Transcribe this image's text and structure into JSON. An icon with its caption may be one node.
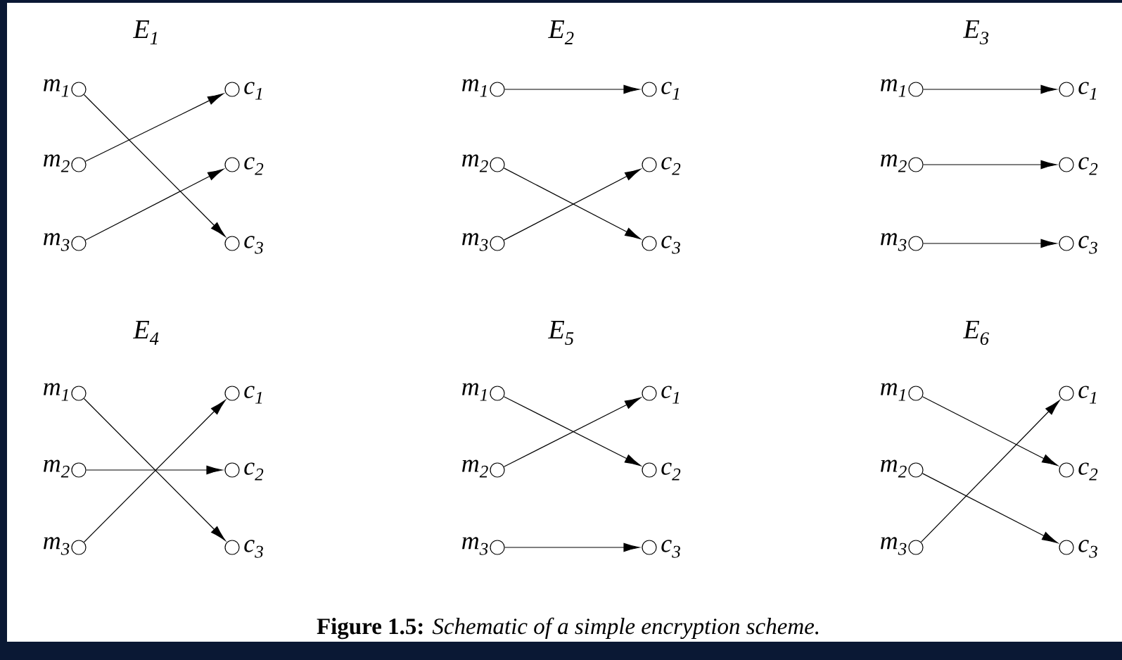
{
  "diagram": {
    "caption": "**Figure 1.5:** *Schematic of a simple encryption scheme.*",
    "labels": [
      "E$_{1}$",
      "E$_{2}$",
      "E$_{3}$",
      "E$_{4}$",
      "E$_{5}$",
      "E$_{6}$"
    ],
    "nodes": [
      {
        "text": [],
        "shape": "circle",
        "beside": [
          "m$_{1}$"
        ]
      },
      {
        "text": [],
        "shape": "circle",
        "beside": [
          "m$_{2}$"
        ]
      },
      {
        "text": [],
        "shape": "circle",
        "beside": [
          "m$_{3}$"
        ]
      },
      {
        "text": [],
        "shape": "circle",
        "beside": [
          "c$_{1}$"
        ]
      },
      {
        "text": [],
        "shape": "circle",
        "beside": [
          "c$_{2}$"
        ]
      },
      {
        "text": [],
        "shape": "circle",
        "beside": [
          "c$_{3}$"
        ]
      },
      {
        "text": [],
        "shape": "circle",
        "beside": [
          "m$_{1}$"
        ]
      },
      {
        "text": [],
        "shape": "circle",
        "beside": [
          "m$_{2}$"
        ]
      },
      {
        "text": [],
        "shape": "circle",
        "beside": [
          "m$_{3}$"
        ]
      },
      {
        "text": [],
        "shape": "circle",
        "beside": [
          "c$_{1}$"
        ]
      },
      {
        "text": [],
        "shape": "circle",
        "beside": [
          "c$_{2}$"
        ]
      },
      {
        "text": [],
        "shape": "circle",
        "beside": [
          "c$_{3}$"
        ]
      },
      {
        "text": [],
        "shape": "circle",
        "beside": [
          "m$_{1}$"
        ]
      },
      {
        "text": [],
        "shape": "circle",
        "beside": [
          "m$_{2}$"
        ]
      },
      {
        "text": [],
        "shape": "circle",
        "beside": [
          "m$_{3}$"
        ]
      },
      {
        "text": [],
        "shape": "circle",
        "beside": [
          "c$_{1}$"
        ]
      },
      {
        "text": [],
        "shape": "circle",
        "beside": [
          "c$_{2}$"
        ]
      },
      {
        "text": [],
        "shape": "circle",
        "beside": [
          "c$_{3}$"
        ]
      },
      {
        "text": [],
        "shape": "circle",
        "beside": [
          "m$_{1}$"
        ]
      },
      {
        "text": [],
        "shape": "circle",
        "beside": [
          "m$_{2}$"
        ]
      },
      {
        "text": [],
        "shape": "circle",
        "beside": [
          "m$_{3}$"
        ]
      },
      {
        "text": [],
        "shape": "circle",
        "beside": [
          "c$_{1}$"
        ]
      },
      {
        "text": [],
        "shape": "circle",
        "beside": [
          "c$_{2}$"
        ]
      },
      {
        "text": [],
        "shape": "circle",
        "beside": [
          "c$_{3}$"
        ]
      },
      {
        "text": [],
        "shape": "circle",
        "beside": [
          "m$_{1}$"
        ]
      },
      {
        "text": [],
        "shape": "circle",
        "beside": [
          "m$_{2}$"
        ]
      },
      {
        "text": [],
        "shape": "circle",
        "beside": [
          "m$_{3}$"
        ]
      },
      {
        "text": [],
        "shape": "circle",
        "beside": [
          "c$_{1}$"
        ]
      },
      {
        "text": [],
        "shape": "circle",
        "beside": [
          "c$_{2}$"
        ]
      },
      {
        "text": [],
        "shape": "circle",
        "beside": [
          "c$_{3}$"
        ]
      },
      {
        "text": [],
        "shape": "circle",
        "beside": [
          "m$_{1}$"
        ]
      },
      {
        "text": [],
        "shape": "circle",
        "beside": [
          "m$_{2}$"
        ]
      },
      {
        "text": [],
        "shape": "circle",
        "beside": [
          "m$_{3}$"
        ]
      },
      {
        "text": [],
        "shape": "circle",
        "beside": [
          "c$_{1}$"
        ]
      },
      {
        "text": [],
        "shape": "circle",
        "beside": [
          "c$_{2}$"
        ]
      },
      {
        "text": [],
        "shape": "circle",
        "beside": [
          "c$_{3}$"
        ]
      }
    ],
    "edges": [
      {
        "from": 0,
        "to": 5,
        "arrow": "to"
      },
      {
        "from": 1,
        "to": 3,
        "arrow": "to"
      },
      {
        "from": 2,
        "to": 4,
        "arrow": "to"
      },
      {
        "from": 6,
        "to": 9,
        "arrow": "to"
      },
      {
        "from": 7,
        "to": 11,
        "arrow": "to"
      },
      {
        "from": 8,
        "to": 10,
        "arrow": "to"
      },
      {
        "from": 12,
        "to": 15,
        "arrow": "to"
      },
      {
        "from": 13,
        "to": 16,
        "arrow": "to"
      },
      {
        "from": 14,
        "to": 17,
        "arrow": "to"
      },
      {
        "from": 18,
        "to": 23,
        "arrow": "to"
      },
      {
        "from": 19,
        "to": 22,
        "arrow": "to"
      },
      {
        "from": 20,
        "to": 21,
        "arrow": "to"
      },
      {
        "from": 24,
        "to": 28,
        "arrow": "to"
      },
      {
        "from": 25,
        "to": 27,
        "arrow": "to"
      },
      {
        "from": 26,
        "to": 29,
        "arrow": "to"
      },
      {
        "from": 30,
        "to": 34,
        "arrow": "to"
      },
      {
        "from": 31,
        "to": 35,
        "arrow": "to"
      },
      {
        "from": 32,
        "to": 33,
        "arrow": "to"
      }
    ]
  }
}
